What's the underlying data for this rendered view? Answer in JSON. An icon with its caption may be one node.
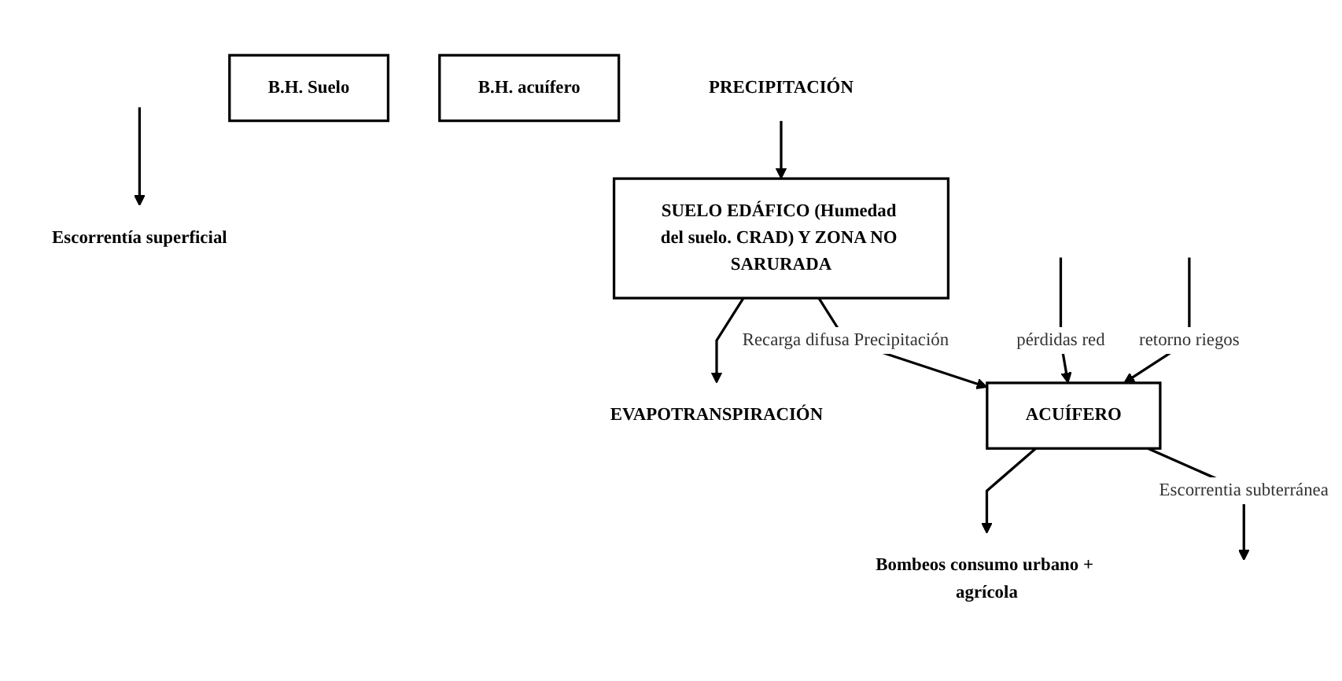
{
  "diagram": {
    "nodes": [
      {
        "text": [
          "PRECIPITACIÓN"
        ]
      },
      {
        "text": [
          "EVAPOTRANSPIRACIÓN"
        ]
      },
      {
        "text": [
          "Bombeos consumo urbano + agrícola"
        ]
      },
      {
        "text": [
          "Escorrentía superficial"
        ]
      },
      {
        "text": [
          "SUELO EDÁFICO (Humedad del suelo. CRAD) Y ZONA NO SARURADA"
        ]
      },
      {
        "text": [
          "ACUÍFERO"
        ]
      },
      {
        "text": [
          "B.H. Suelo"
        ]
      },
      {
        "text": [
          "B.H. acuífero"
        ]
      }
    ],
    "edges": [
      {
        "from": 0,
        "to": 4,
        "arrow": "to"
      },
      {
        "from": null,
        "to": 3,
        "arrow": "to"
      },
      {
        "from": 4,
        "to": 1,
        "arrow": "to"
      },
      {
        "from": 5,
        "to": 2,
        "arrow": "to"
      },
      {
        "from": 4,
        "to": 5,
        "label": "Recarga difusa Precipitación",
        "arrow": "to"
      },
      {
        "from": null,
        "to": 5,
        "label": "pérdidas red",
        "arrow": "to"
      },
      {
        "from": null,
        "to": 5,
        "label": "retorno riegos",
        "arrow": "to"
      },
      {
        "from": 5,
        "to": null,
        "label": "Escorrentia subterránea",
        "arrow": "to"
      }
    ]
  }
}
